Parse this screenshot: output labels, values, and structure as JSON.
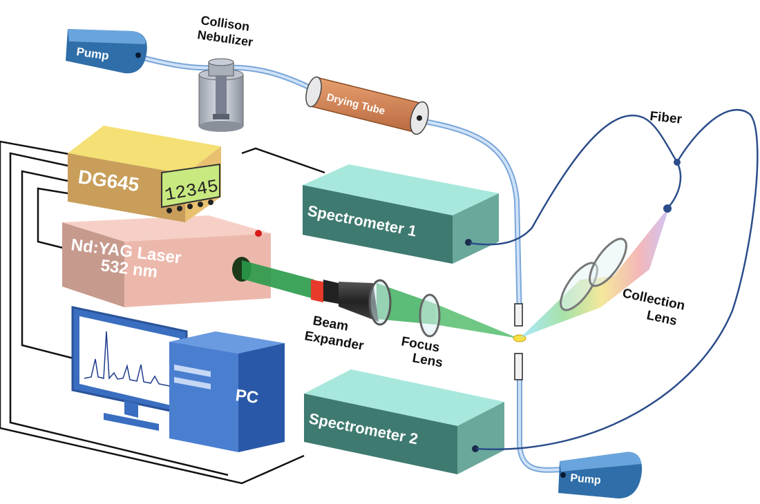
{
  "labels": {
    "pump_top": "Pump",
    "nebulizer_line1": "Collison",
    "nebulizer_line2": "Nebulizer",
    "drying_tube": "Drying Tube",
    "fiber": "Fiber",
    "dg645": "DG645",
    "dg645_display": "12345",
    "spectrometer1": "Spectrometer 1",
    "laser_line1": "Nd:YAG Laser",
    "laser_line2": "532 nm",
    "collection_line1": "Collection",
    "collection_line2": "Lens",
    "beam_line1": "Beam",
    "beam_line2": "Expander",
    "focus_line1": "Focus",
    "focus_line2": "Lens",
    "pc": "PC",
    "spectrometer2": "Spectrometer 2",
    "pump_bottom": "Pump"
  },
  "colors": {
    "pump": "#4a90c8",
    "dg645": "#e8c06a",
    "spectrometer": "#3f7a70",
    "laser": "#e8b0a0",
    "pc": "#3a6ec0",
    "beam": "#2a9a4a",
    "fiber": "#2b4d8a",
    "tubing": "#a8c8ec"
  },
  "icons": {
    "monitor": "monitor-icon",
    "tower": "pc-tower-icon",
    "lens": "lens-icon"
  }
}
